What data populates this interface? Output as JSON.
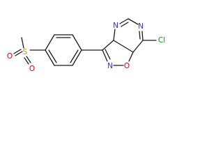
{
  "molecule": {
    "atoms": {
      "cl": {
        "text": "Cl",
        "color": "#00a000"
      },
      "n_top_left": {
        "text": "N",
        "color": "#3030d0"
      },
      "n_top_right": {
        "text": "N",
        "color": "#3030d0"
      },
      "n_isoxazole": {
        "text": "N",
        "color": "#3030d0"
      },
      "o_isoxazole": {
        "text": "O",
        "color": "#e00000"
      },
      "s_sulfonyl": {
        "text": "S",
        "color": "#b8a000"
      },
      "o_sulfonyl_top": {
        "text": "O",
        "color": "#e00000"
      },
      "o_sulfonyl_bottom": {
        "text": "O",
        "color": "#e00000"
      }
    },
    "bond_color": "#1a1a1a"
  }
}
